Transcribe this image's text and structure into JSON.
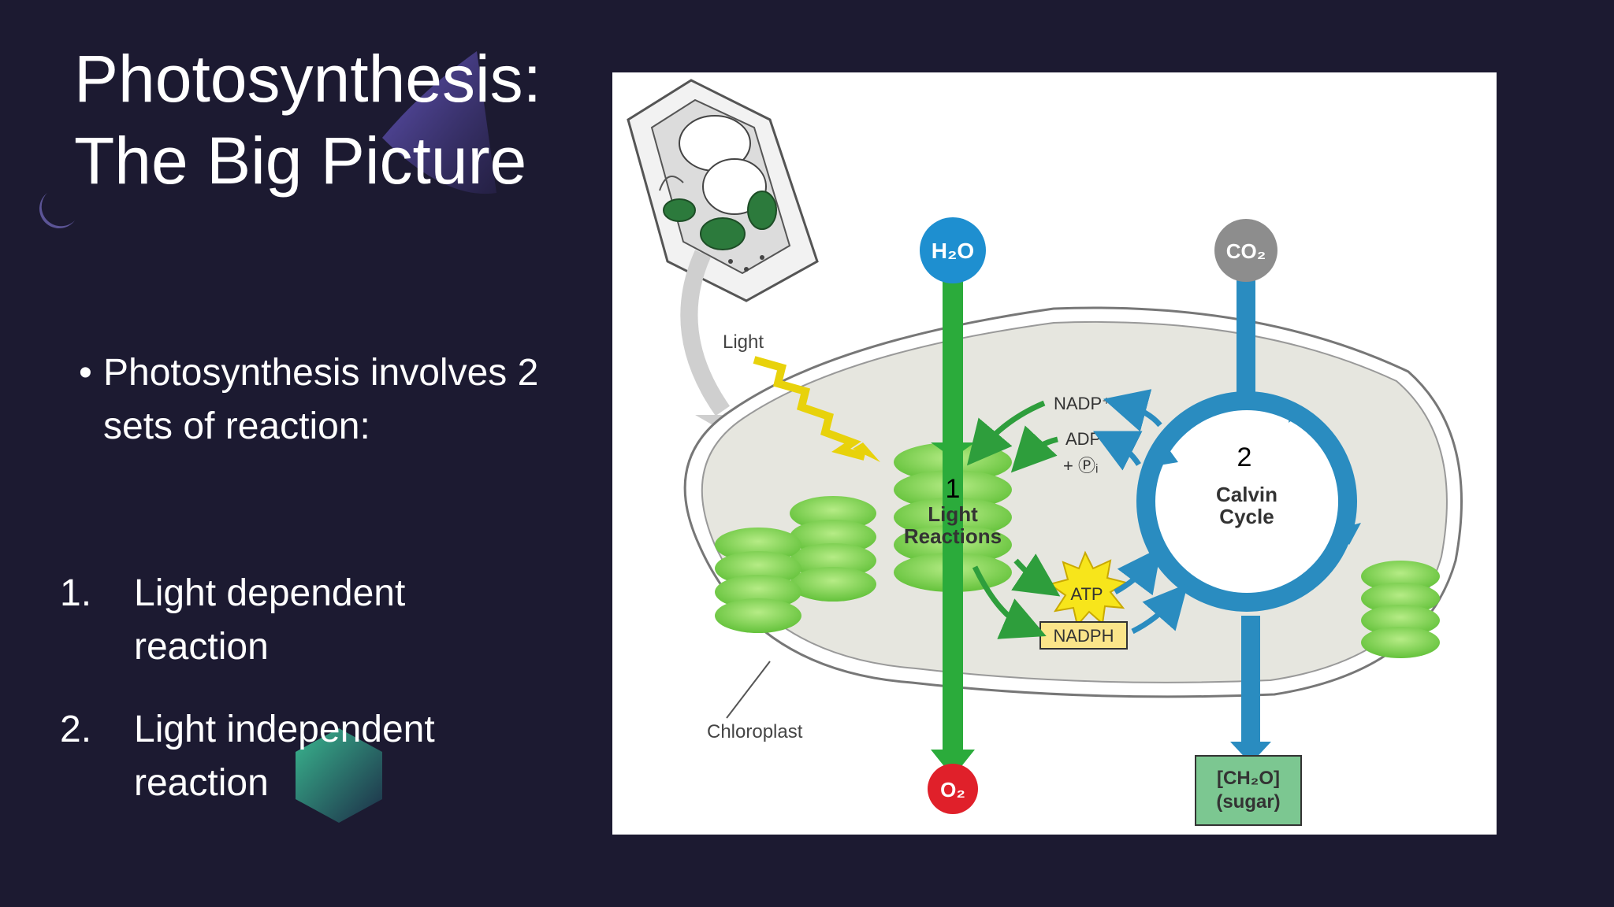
{
  "slide": {
    "title": "Photosynthesis: The Big Picture",
    "bullet": "Photosynthesis involves 2 sets of reaction:",
    "numbered": [
      {
        "num": "1.",
        "text": "Light dependent reaction"
      },
      {
        "num": "2.",
        "text": "Light independent reaction"
      }
    ]
  },
  "diagram": {
    "light": "Light",
    "chloroplast": "Chloroplast",
    "h2o": "H₂O",
    "co2": "CO₂",
    "o2": "O₂",
    "stage1_num": "1",
    "stage1_line1": "Light",
    "stage1_line2": "Reactions",
    "stage2_num": "2",
    "stage2_line1": "Calvin",
    "stage2_line2": "Cycle",
    "nadp": "NADP⁺",
    "adp": "ADP",
    "pi": "+ Ⓟᵢ",
    "atp": "ATP",
    "nadph": "NADPH",
    "sugar_line1": "[CH₂O]",
    "sugar_line2": "(sugar)"
  },
  "colors": {
    "background": "#1c1a31",
    "green": "#2bab3b",
    "blue": "#2a8cc0",
    "red": "#e0202a",
    "gray": "#8d8d8d"
  }
}
